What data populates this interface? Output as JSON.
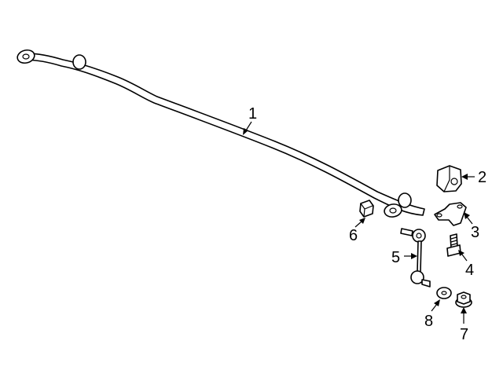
{
  "diagram": {
    "callouts": {
      "p1": "1",
      "p2": "2",
      "p3": "3",
      "p4": "4",
      "p5": "5",
      "p6": "6",
      "p7": "7",
      "p8": "8"
    }
  },
  "colors": {
    "line": "#000000",
    "background": "#ffffff"
  }
}
